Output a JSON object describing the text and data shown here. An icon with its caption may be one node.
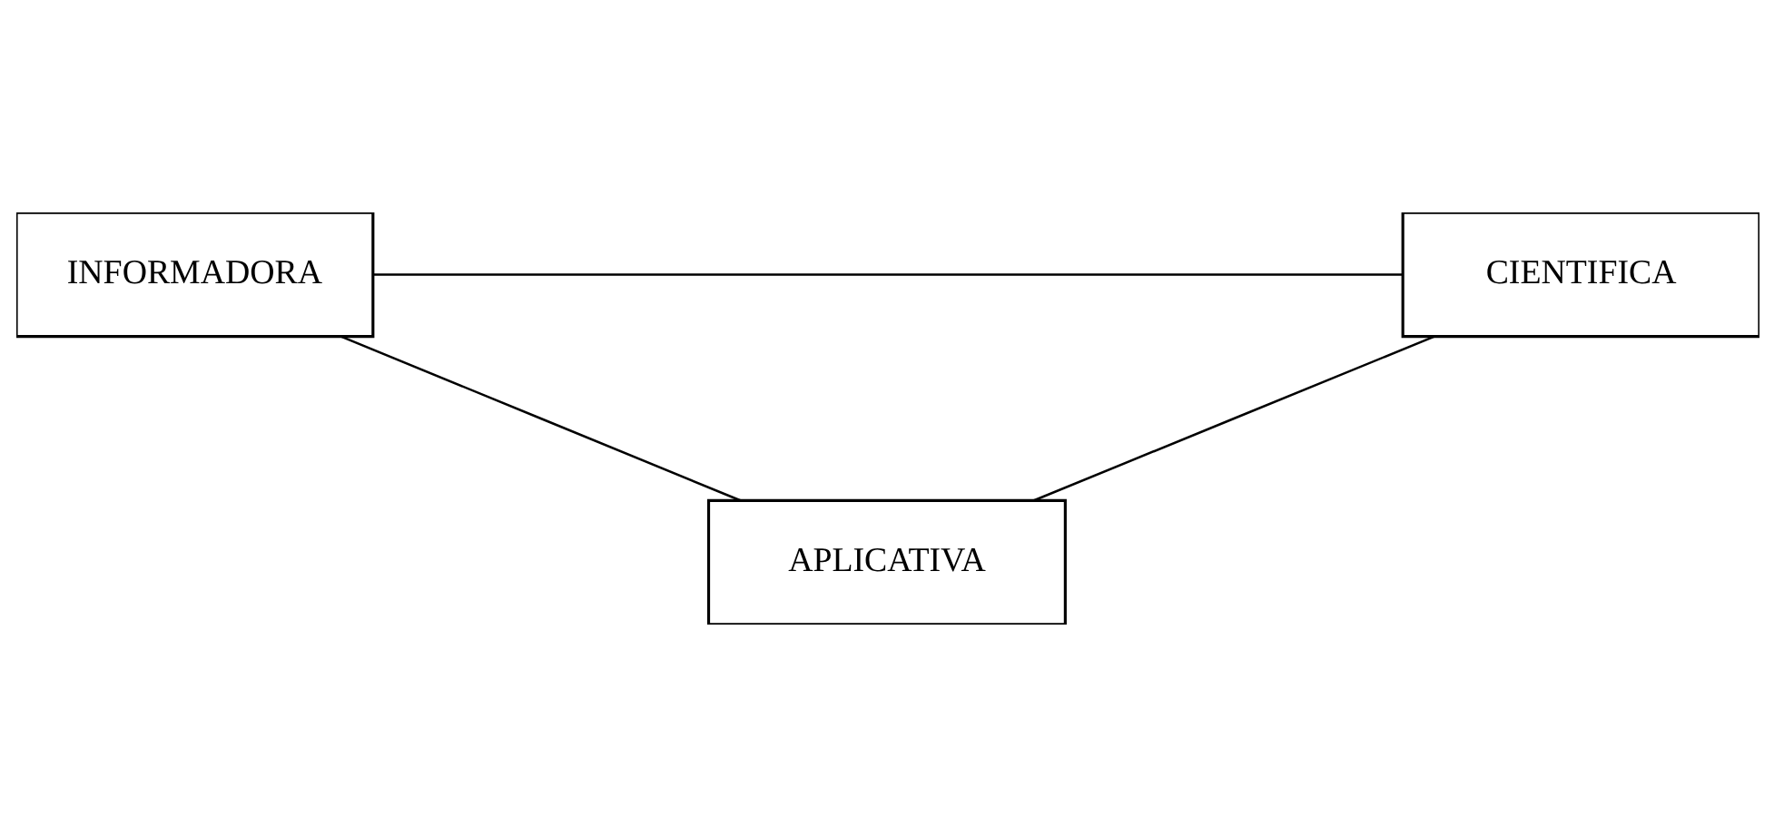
{
  "diagram": {
    "nodes": [
      {
        "text": [
          "INFORMADORA"
        ]
      },
      {
        "text": [
          "CIENTIFICA"
        ]
      },
      {
        "text": [
          "APLICATIVA"
        ]
      }
    ],
    "edges": [
      {
        "from": 0,
        "to": 1,
        "arrow": "none"
      },
      {
        "from": 0,
        "to": 2,
        "arrow": "none"
      },
      {
        "from": 1,
        "to": 2,
        "arrow": "none"
      }
    ]
  }
}
